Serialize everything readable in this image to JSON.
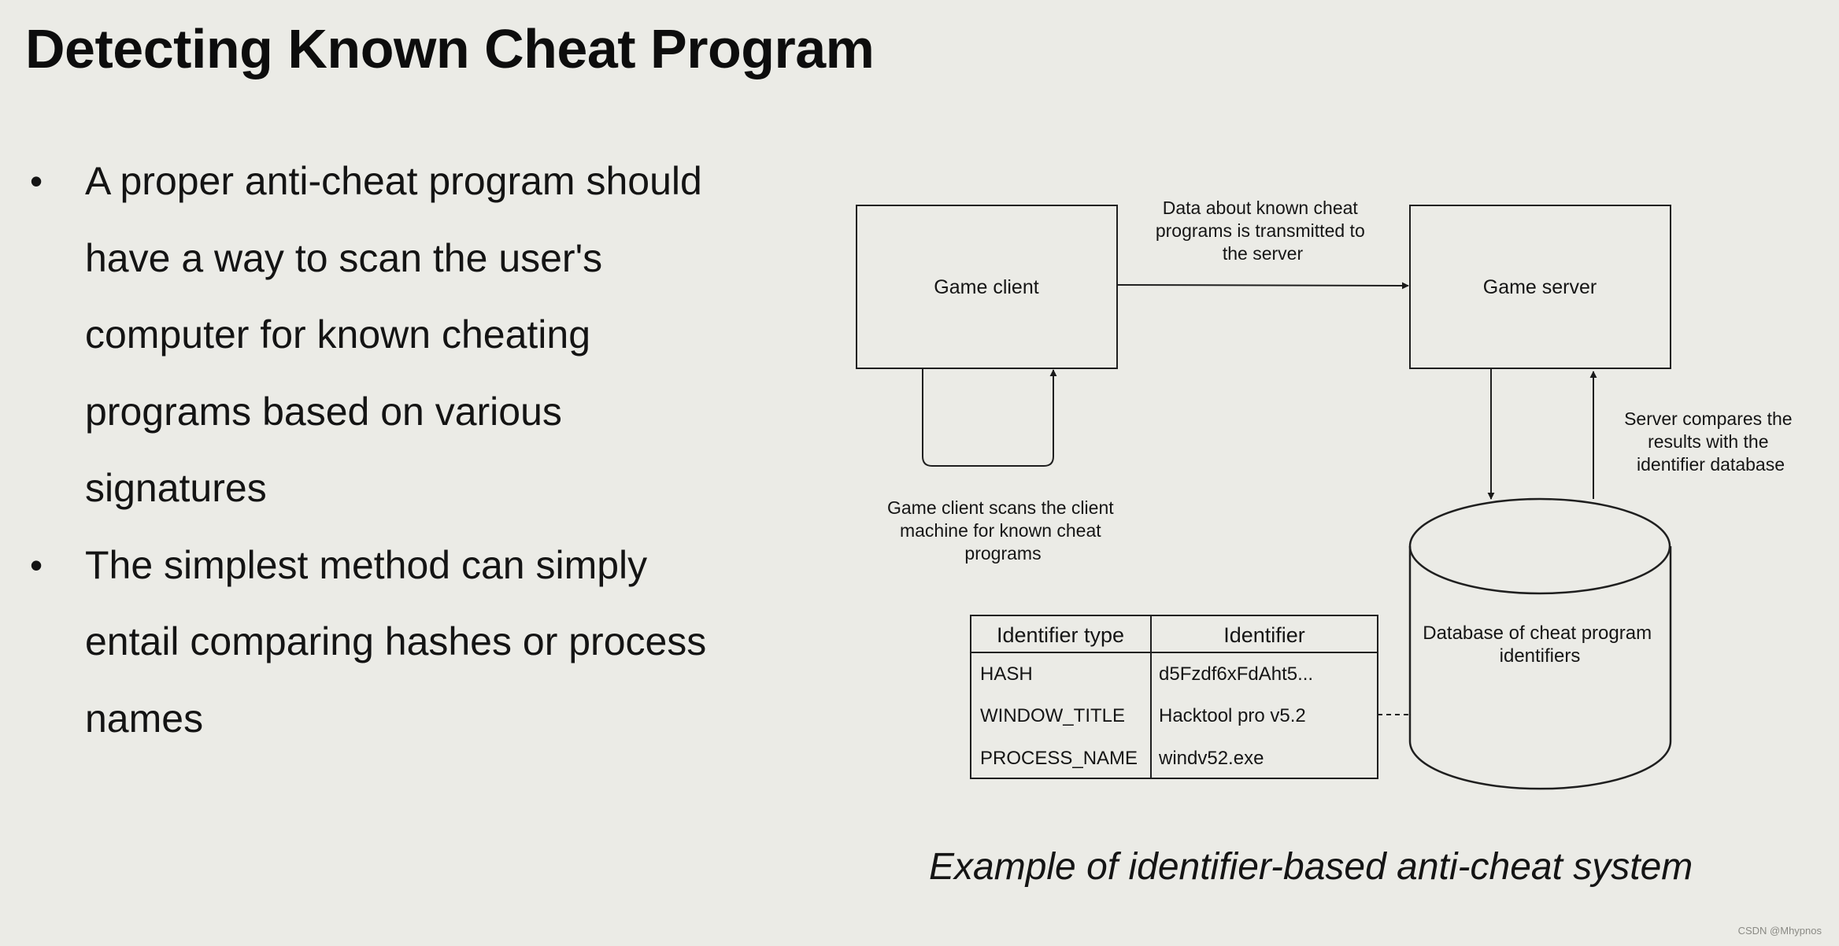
{
  "slide": {
    "title": "Detecting Known Cheat Program",
    "bullets": [
      {
        "lines": [
          "A proper anti-cheat program should",
          "have a way to scan the user's",
          "computer for known cheating",
          "programs based on various",
          "signatures"
        ]
      },
      {
        "lines": [
          "The simplest method can simply",
          "entail comparing hashes or process",
          "names"
        ]
      }
    ],
    "bullet_glyph": "•"
  },
  "diagram": {
    "game_client_label": "Game client",
    "game_server_label": "Game server",
    "transmit_note": [
      "Data about known cheat",
      "programs is transmitted to",
      "the server"
    ],
    "scan_note": [
      "Game client scans the client",
      "machine for known cheat",
      "programs"
    ],
    "compare_note": [
      "Server compares the",
      "results with the",
      "identifier database"
    ],
    "database_label": [
      "Database of cheat program",
      "identifiers"
    ],
    "table": {
      "headers": [
        "Identifier type",
        "Identifier"
      ],
      "rows": [
        [
          "HASH",
          "d5Fzdf6xFdAht5..."
        ],
        [
          "WINDOW_TITLE",
          "Hacktool pro v5.2"
        ],
        [
          "PROCESS_NAME",
          "windv52.exe"
        ]
      ]
    }
  },
  "caption": "Example of identifier-based anti-cheat system",
  "watermark": "CSDN @Mhypnos"
}
